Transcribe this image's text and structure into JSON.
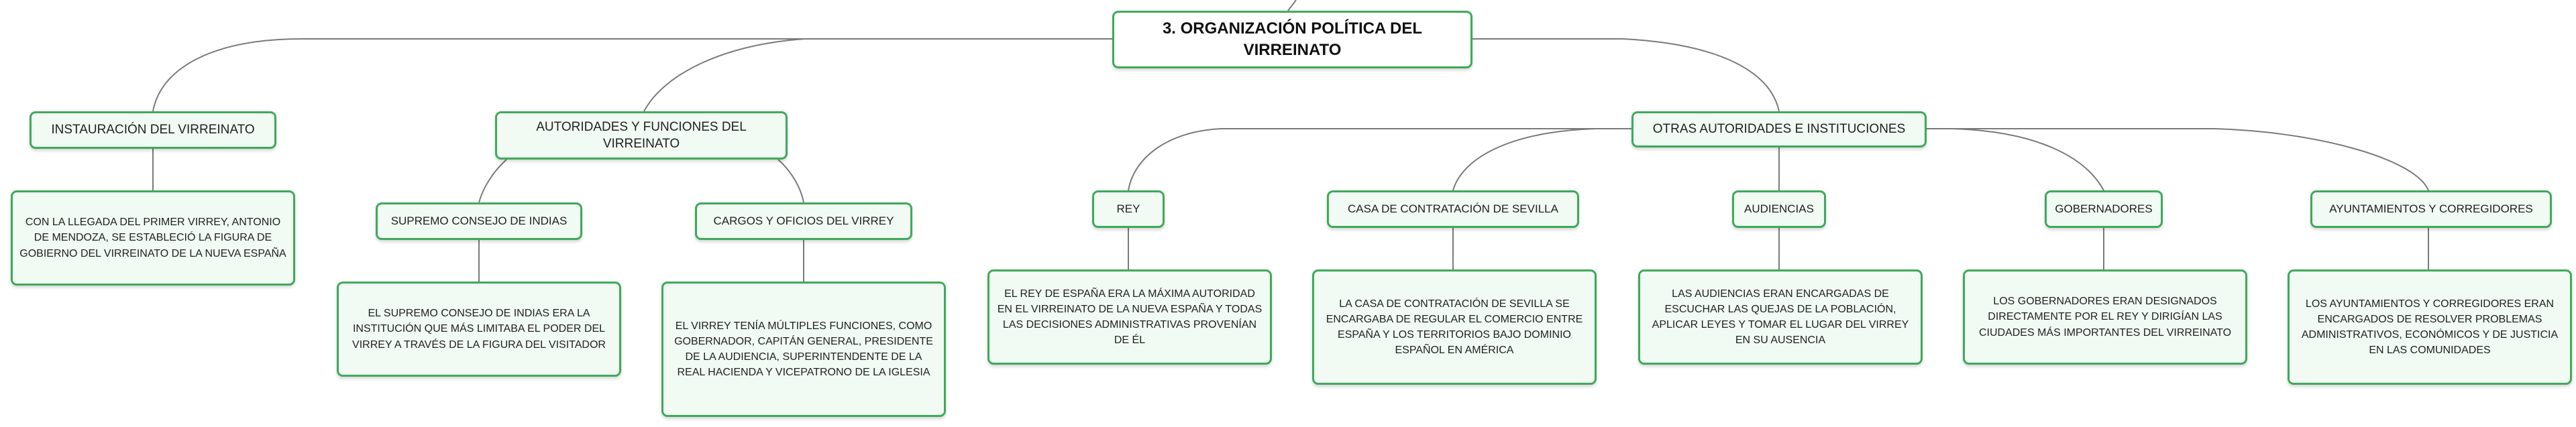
{
  "root": {
    "title": "3. ORGANIZACIÓN POLÍTICA DEL VIRREINATO"
  },
  "branches": {
    "instauracion": {
      "title": "INSTAURACIÓN DEL VIRREINATO",
      "text": "CON LA LLEGADA DEL PRIMER VIRREY, ANTONIO DE MENDOZA, SE ESTABLECIÓ LA FIGURA DE GOBIERNO DEL VIRREINATO DE LA NUEVA ESPAÑA"
    },
    "autoridades": {
      "title": "AUTORIDADES Y FUNCIONES DEL VIRREINATO",
      "consejo": {
        "title": "SUPREMO CONSEJO DE INDIAS",
        "text": "EL SUPREMO CONSEJO DE INDIAS ERA LA INSTITUCIÓN QUE MÁS LIMITABA EL PODER DEL VIRREY A TRAVÉS DE LA FIGURA DEL VISITADOR"
      },
      "cargos": {
        "title": "CARGOS Y OFICIOS DEL VIRREY",
        "text": "EL VIRREY TENÍA MÚLTIPLES FUNCIONES, COMO GOBERNADOR, CAPITÁN GENERAL, PRESIDENTE DE LA AUDIENCIA, SUPERINTENDENTE DE LA REAL HACIENDA Y VICEPATRONO DE LA IGLESIA"
      }
    },
    "otras": {
      "title": "OTRAS AUTORIDADES E INSTITUCIONES",
      "rey": {
        "title": "REY",
        "text": "EL REY DE ESPAÑA ERA LA MÁXIMA AUTORIDAD EN EL VIRREINATO DE LA NUEVA ESPAÑA Y TODAS LAS DECISIONES ADMINISTRATIVAS PROVENÍAN DE ÉL"
      },
      "casa": {
        "title": "CASA DE CONTRATACIÓN DE SEVILLA",
        "text": "LA CASA DE CONTRATACIÓN DE SEVILLA SE ENCARGABA DE REGULAR EL COMERCIO ENTRE ESPAÑA Y LOS TERRITORIOS BAJO DOMINIO ESPAÑOL EN AMÉRICA"
      },
      "audiencias": {
        "title": "AUDIENCIAS",
        "text": "LAS AUDIENCIAS ERAN ENCARGADAS DE ESCUCHAR LAS QUEJAS DE LA POBLACIÓN, APLICAR LEYES Y TOMAR EL LUGAR DEL VIRREY EN SU AUSENCIA"
      },
      "gobernadores": {
        "title": "GOBERNADORES",
        "text": "LOS GOBERNADORES ERAN DESIGNADOS DIRECTAMENTE POR EL REY Y DIRIGÍAN LAS CIUDADES MÁS IMPORTANTES DEL VIRREINATO"
      },
      "ayuntamientos": {
        "title": "AYUNTAMIENTOS Y CORREGIDORES",
        "text": "LOS AYUNTAMIENTOS Y CORREGIDORES ERAN ENCARGADOS DE RESOLVER PROBLEMAS ADMINISTRATIVOS, ECONÓMICOS Y DE JUSTICIA EN LAS COMUNIDADES"
      }
    }
  },
  "colors": {
    "border": "#3daa5a",
    "fill": "#f1faf3",
    "edge": "#7a7a7a"
  }
}
